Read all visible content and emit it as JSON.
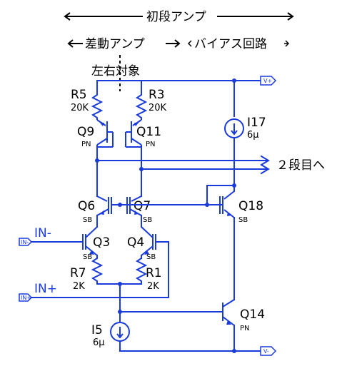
{
  "header": {
    "first_stage": "初段アンプ",
    "diff_amp": "差動アンプ",
    "bias_circuit": "バイアス回路",
    "symmetric": "左右対象"
  },
  "resistors": {
    "r5": {
      "name": "R5",
      "value": "20K"
    },
    "r3": {
      "name": "R3",
      "value": "20K"
    },
    "r7": {
      "name": "R7",
      "value": "2K"
    },
    "r1": {
      "name": "R1",
      "value": "2K"
    }
  },
  "transistors": {
    "q9": {
      "name": "Q9",
      "model": "PN"
    },
    "q11": {
      "name": "Q11",
      "model": "PN"
    },
    "q6": {
      "name": "Q6",
      "model": "SB"
    },
    "q7": {
      "name": "Q7",
      "model": "SB"
    },
    "q18": {
      "name": "Q18",
      "model": "SB"
    },
    "q3": {
      "name": "Q3",
      "model": "SB"
    },
    "q4": {
      "name": "Q4",
      "model": "SB"
    },
    "q14": {
      "name": "Q14",
      "model": "PN"
    }
  },
  "sources": {
    "i17": {
      "name": "I17",
      "value": "6μ"
    },
    "i5": {
      "name": "I5",
      "value": "6μ"
    }
  },
  "ports": {
    "vplus": "V+",
    "vminus": "V-",
    "in_minus": "IN-",
    "in_plus": "IN+",
    "in_minus_label": "IN-",
    "in_plus_label": "IN+"
  },
  "output": {
    "label": "２段目へ"
  }
}
